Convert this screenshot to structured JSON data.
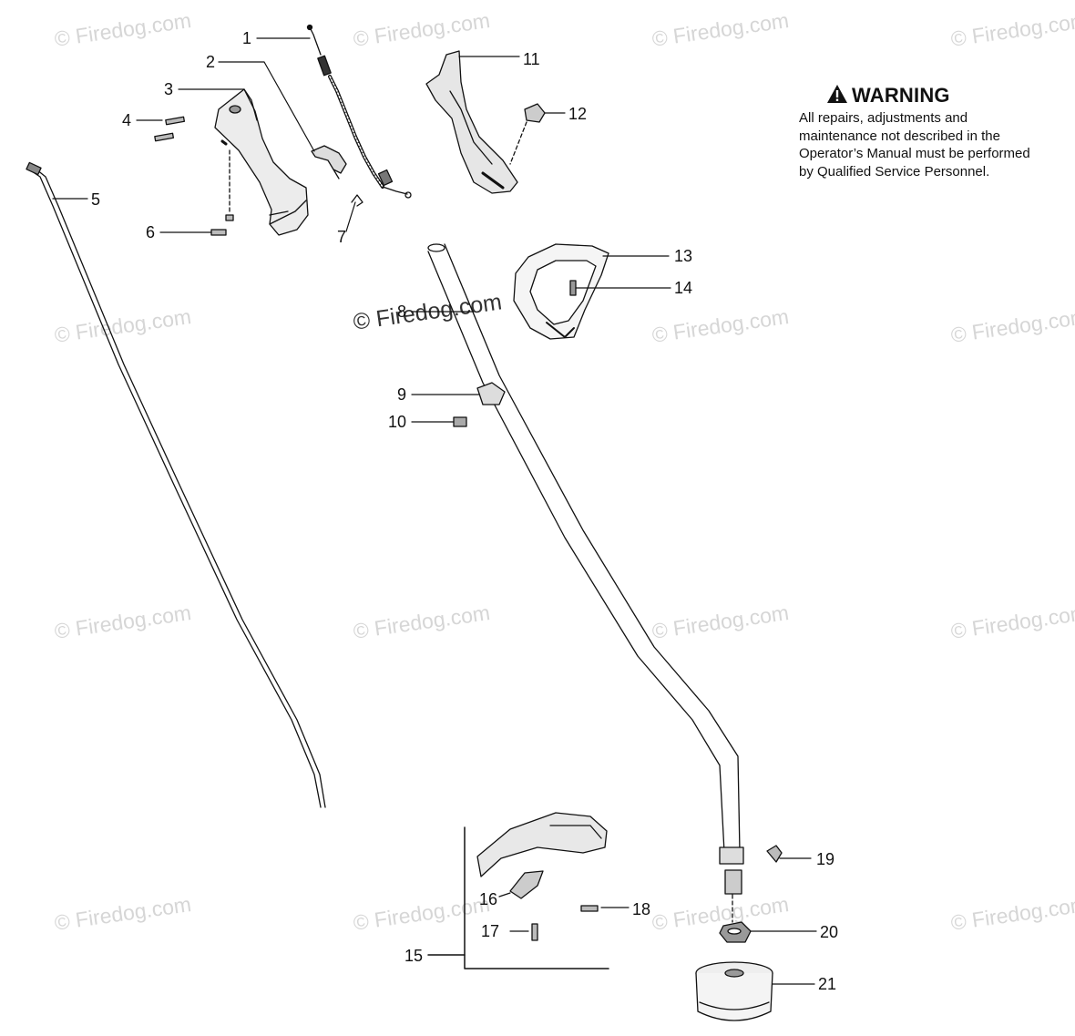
{
  "watermark": {
    "text": "© Firedog.com",
    "center_text": "© Firedog.com"
  },
  "warning": {
    "icon": "warning-triangle-icon",
    "title": "WARNING",
    "text": "All repairs, adjustments and maintenance not described in the Operator’s Manual must be performed by Qualified Service Personnel."
  },
  "callouts": {
    "c1": "1",
    "c2": "2",
    "c3": "3",
    "c4": "4",
    "c5": "5",
    "c6": "6",
    "c7": "7",
    "c8": "8",
    "c9": "9",
    "c10": "10",
    "c11": "11",
    "c12": "12",
    "c13": "13",
    "c14": "14",
    "c15": "15",
    "c16": "16",
    "c17": "17",
    "c18": "18",
    "c19": "19",
    "c20": "20",
    "c21": "21"
  }
}
